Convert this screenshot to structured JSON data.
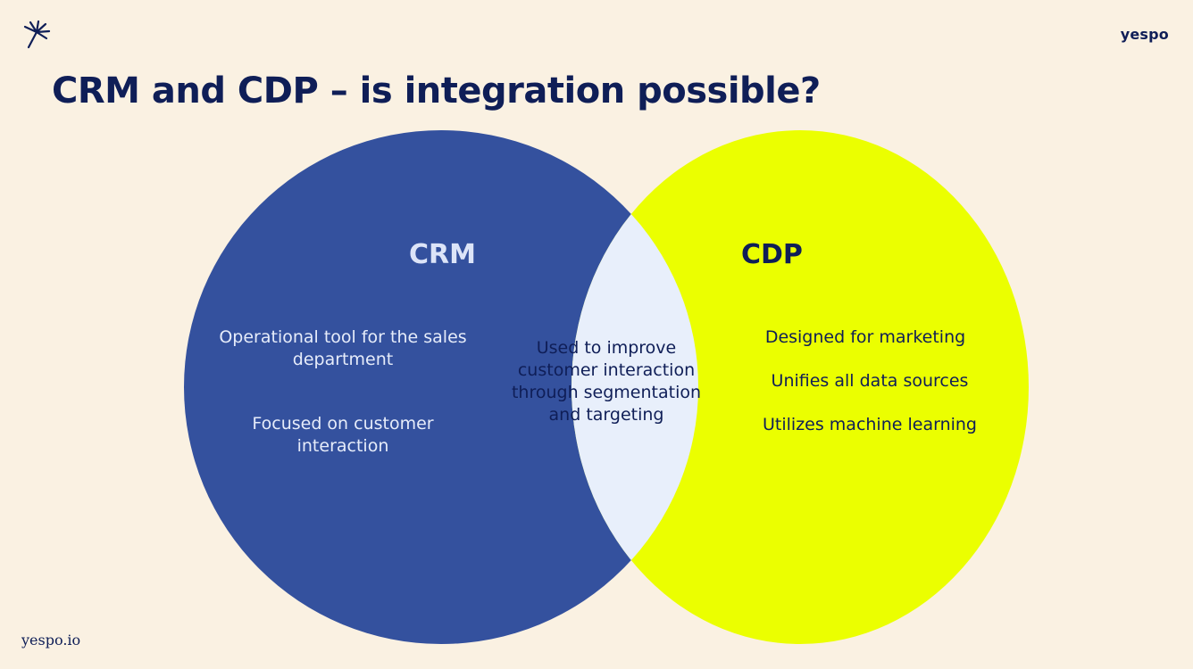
{
  "header": {
    "brand": "yespo"
  },
  "footer": {
    "site": "yespo.io"
  },
  "slide": {
    "title": "CRM and CDP – is integration possible?"
  },
  "venn": {
    "left": {
      "title": "CRM",
      "items": [
        "Operational tool for the sales department",
        "Focused on customer interaction"
      ]
    },
    "overlap": {
      "text": "Used to improve customer interaction through segmentation and targeting"
    },
    "right": {
      "title": "CDP",
      "items": [
        "Designed for marketing",
        "Unifies all data sources",
        "Utilizes machine learning"
      ]
    }
  },
  "colors": {
    "background": "#FAF1E2",
    "crm_circle": "#34519E",
    "cdp_circle": "#EBFF00",
    "overlap": "#E8EFFB",
    "navy_text": "#0F1E57"
  }
}
